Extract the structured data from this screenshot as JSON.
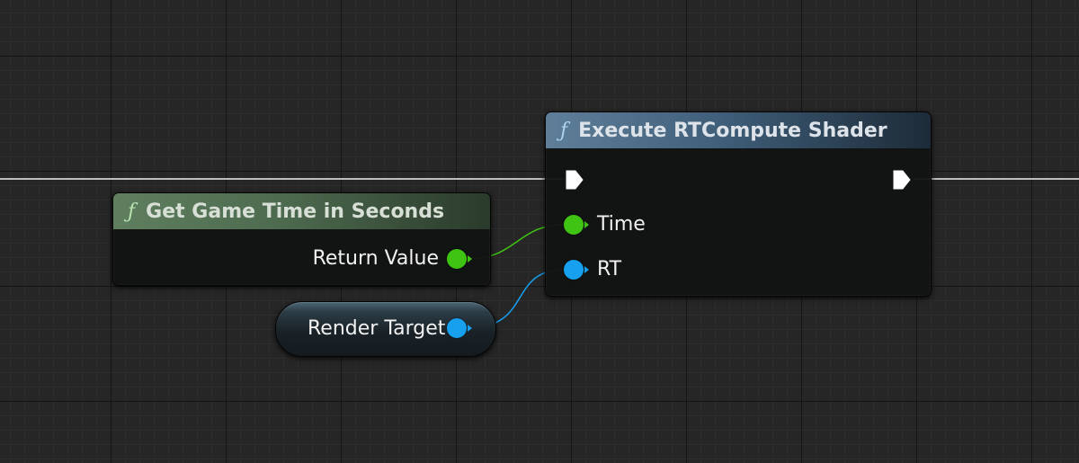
{
  "nodes": {
    "get_game_time": {
      "title": "Get Game Time in Seconds",
      "function_icon": "ƒ",
      "output_pin_label": "Return Value"
    },
    "execute_rt_compute": {
      "title": "Execute RTCompute Shader",
      "function_icon": "ƒ",
      "input_pin_time_label": "Time",
      "input_pin_rt_label": "RT"
    },
    "render_target_var": {
      "label": "Render Target"
    }
  },
  "colors": {
    "float_pin": "#3fc414",
    "object_pin": "#16a0ee",
    "exec_pin": "#ffffff"
  },
  "icons": {
    "function": "function-icon",
    "exec": "exec-pin-icon",
    "data_pin": "data-pin-icon"
  }
}
